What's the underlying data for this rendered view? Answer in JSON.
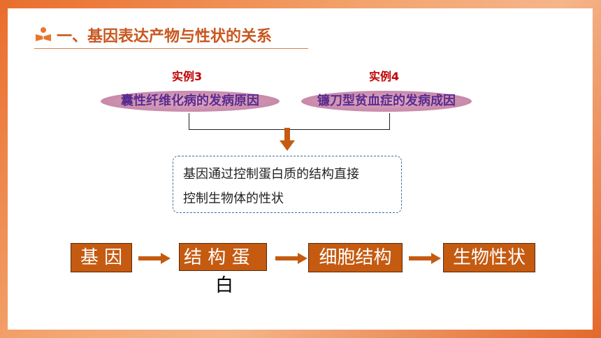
{
  "section_title": "一、基因表达产物与性状的关系",
  "cases": [
    {
      "label": "实例3",
      "title": "囊性纤维化病的发病原因"
    },
    {
      "label": "实例4",
      "title": "镰刀型贫血症的发病成因"
    }
  ],
  "conclusion": {
    "line1": "基因通过控制蛋白质的结构直接",
    "line2": "控制生物体的性状"
  },
  "flow": {
    "gene": "基 因",
    "protein": "结 构 蛋",
    "protein_overflow": "白",
    "cell": "细胞结构",
    "trait": "生物性状"
  },
  "colors": {
    "accent": "#c55a11",
    "case_label": "#c00000",
    "case_title": "#5a2c91",
    "dashed_border": "#3b6ea0"
  },
  "icons": {
    "title": "reading-person-icon"
  }
}
